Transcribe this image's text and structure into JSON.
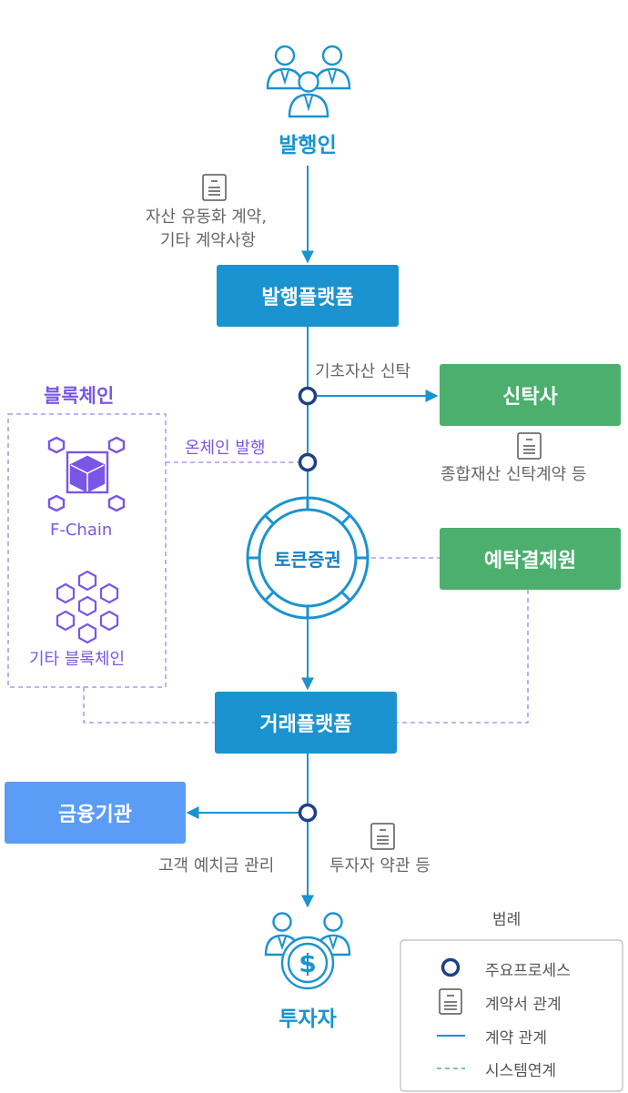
{
  "actors": {
    "issuer": "발행인",
    "investor": "투자자"
  },
  "boxes": {
    "issuance_platform": "발행플랫폼",
    "trust_company": "신탁사",
    "ksd": "예탁결제원",
    "trading_platform": "거래플랫폼",
    "financial_institution": "금융기관"
  },
  "center": {
    "token_security": "토큰증권"
  },
  "labels": {
    "asset_contract_line1": "자산 유동화 계약,",
    "asset_contract_line2": "기타 계약사항",
    "trust_of_assets": "기초자산 신탁",
    "onchain_issuance": "온체인 발행",
    "trust_contract": "종합재산 신탁계약 등",
    "deposit_management": "고객 예치금 관리",
    "investor_terms": "투자자 약관 등"
  },
  "blockchain": {
    "title": "블록체인",
    "f_chain": "F-Chain",
    "other": "기타 블록체인"
  },
  "legend": {
    "title": "범례",
    "items": [
      "주요프로세스",
      "계약서 관계",
      "계약 관계",
      "시스템연계"
    ]
  },
  "colors": {
    "primary": "#1a93d0",
    "green": "#4caf6e",
    "light_blue": "#5b9cf6",
    "purple": "#7a56e6",
    "node": "#1f3f86",
    "gray_text": "#666666"
  }
}
